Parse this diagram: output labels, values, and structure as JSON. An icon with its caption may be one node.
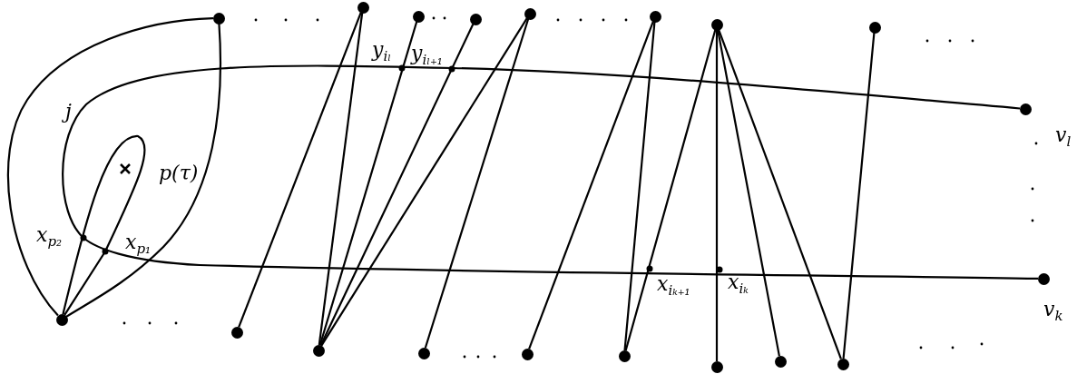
{
  "diagram": {
    "nodes": [
      {
        "text": [],
        "shape": "circle"
      },
      {
        "text": [],
        "shape": "circle"
      },
      {
        "text": [],
        "shape": "circle"
      },
      {
        "text": [],
        "shape": "circle"
      },
      {
        "text": [],
        "shape": "circle"
      },
      {
        "text": [],
        "shape": "circle"
      },
      {
        "text": [],
        "shape": "circle"
      },
      {
        "text": [],
        "shape": "circle"
      },
      {
        "text": [],
        "shape": "circle",
        "beside": [
          "v$_{l}$"
        ]
      },
      {
        "text": [],
        "shape": "circle",
        "beside": [
          "v$_{k}$"
        ]
      },
      {
        "text": [],
        "shape": "circle"
      },
      {
        "text": [],
        "shape": "circle"
      },
      {
        "text": [],
        "shape": "circle"
      },
      {
        "text": [],
        "shape": "circle"
      },
      {
        "text": [],
        "shape": "circle"
      },
      {
        "text": [],
        "shape": "circle"
      },
      {
        "text": [],
        "shape": "circle"
      },
      {
        "text": [],
        "shape": "circle"
      },
      {
        "text": [],
        "shape": "circle"
      }
    ],
    "edges": [
      {
        "from": 10,
        "to": 0,
        "arrow": "none"
      },
      {
        "from": 0,
        "to": 10,
        "arrow": "none"
      },
      {
        "from": 10,
        "to": 10,
        "arrow": "none",
        "label": "p(τ)"
      },
      {
        "from": 8,
        "to": 9,
        "arrow": "none",
        "label": "j"
      },
      {
        "from": 1,
        "to": 11,
        "arrow": "none"
      },
      {
        "from": 1,
        "to": 12,
        "arrow": "none"
      },
      {
        "from": 2,
        "to": 12,
        "arrow": "none"
      },
      {
        "from": 3,
        "to": 12,
        "arrow": "none"
      },
      {
        "from": 4,
        "to": 12,
        "arrow": "none"
      },
      {
        "from": 4,
        "to": 13,
        "arrow": "none"
      },
      {
        "from": 5,
        "to": 14,
        "arrow": "none"
      },
      {
        "from": 5,
        "to": 15,
        "arrow": "none"
      },
      {
        "from": 6,
        "to": 15,
        "arrow": "none"
      },
      {
        "from": 6,
        "to": 16,
        "arrow": "none"
      },
      {
        "from": 6,
        "to": 17,
        "arrow": "none"
      },
      {
        "from": 6,
        "to": 18,
        "arrow": "none"
      },
      {
        "from": 7,
        "to": 18,
        "arrow": "none"
      }
    ],
    "labels": [
      "x$_{p₂}$",
      "x$_{p₁}$",
      "y$_{iₗ}$",
      "y$_{iₗ₊₁}$",
      "x$_{iₖ₊₁}$",
      "x$_{iₖ}$"
    ]
  }
}
